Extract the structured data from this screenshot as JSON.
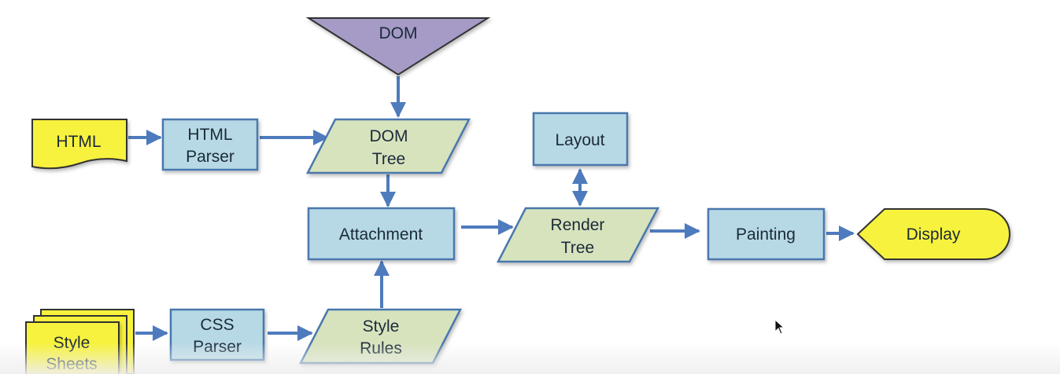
{
  "colors": {
    "process_fill": "#b7d9e6",
    "process_stroke": "#4a78ad",
    "data_fill": "#d7e3bd",
    "data_stroke": "#4a78ad",
    "terminal_fill": "#f7f23c",
    "terminal_stroke": "#333333",
    "merge_fill": "#a59bc6",
    "arrow": "#4e7bbd"
  },
  "nodes": {
    "dom": {
      "label": "DOM",
      "shape": "merge"
    },
    "html": {
      "label": "HTML",
      "shape": "document"
    },
    "html_parser": {
      "line1": "HTML",
      "line2": "Parser",
      "shape": "process"
    },
    "dom_tree": {
      "line1": "DOM",
      "line2": "Tree",
      "shape": "data"
    },
    "layout": {
      "label": "Layout",
      "shape": "process"
    },
    "attachment": {
      "label": "Attachment",
      "shape": "process"
    },
    "render_tree": {
      "line1": "Render",
      "line2": "Tree",
      "shape": "data"
    },
    "painting": {
      "label": "Painting",
      "shape": "process"
    },
    "display": {
      "label": "Display",
      "shape": "display"
    },
    "style_sheets": {
      "line1": "Style",
      "line2": "Sheets",
      "shape": "multi-document"
    },
    "css_parser": {
      "line1": "CSS",
      "line2": "Parser",
      "shape": "process"
    },
    "style_rules": {
      "line1": "Style",
      "line2": "Rules",
      "shape": "data"
    }
  },
  "edges": [
    {
      "from": "dom",
      "to": "dom_tree"
    },
    {
      "from": "html",
      "to": "html_parser"
    },
    {
      "from": "html_parser",
      "to": "dom_tree"
    },
    {
      "from": "dom_tree",
      "to": "attachment"
    },
    {
      "from": "style_sheets",
      "to": "css_parser"
    },
    {
      "from": "css_parser",
      "to": "style_rules"
    },
    {
      "from": "style_rules",
      "to": "attachment"
    },
    {
      "from": "attachment",
      "to": "render_tree"
    },
    {
      "from": "render_tree",
      "to": "layout",
      "bidirectional": true
    },
    {
      "from": "render_tree",
      "to": "painting"
    },
    {
      "from": "painting",
      "to": "display"
    }
  ]
}
